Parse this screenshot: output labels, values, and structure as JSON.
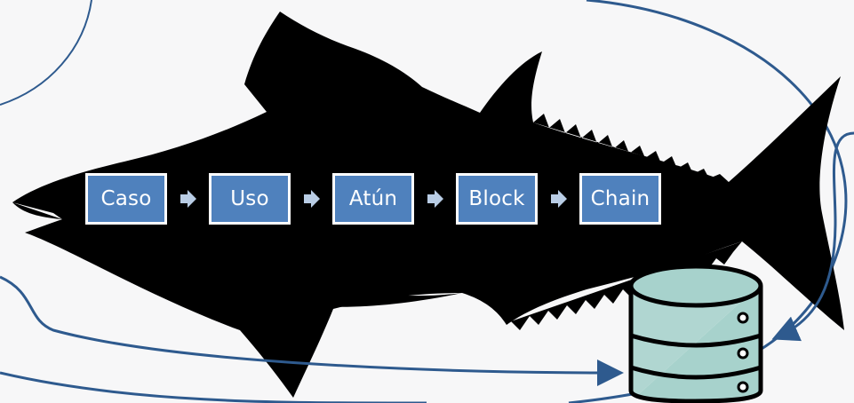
{
  "colors": {
    "background": "#f7f7f8",
    "fish": "#000000",
    "line_blue": "#2e5a8e",
    "step_fill": "#4f81bd",
    "step_border": "#ffffff",
    "arrow_fill": "#b9cde5",
    "db_teal": "#a7d2cc"
  },
  "process": {
    "steps": [
      {
        "label": "Caso"
      },
      {
        "label": "Uso"
      },
      {
        "label": "Atún"
      },
      {
        "label": "Block"
      },
      {
        "label": "Chain"
      }
    ]
  },
  "icons": {
    "fish": "tuna-silhouette-icon",
    "database": "database-icon",
    "step_arrow": "chevron-arrow-icon"
  }
}
